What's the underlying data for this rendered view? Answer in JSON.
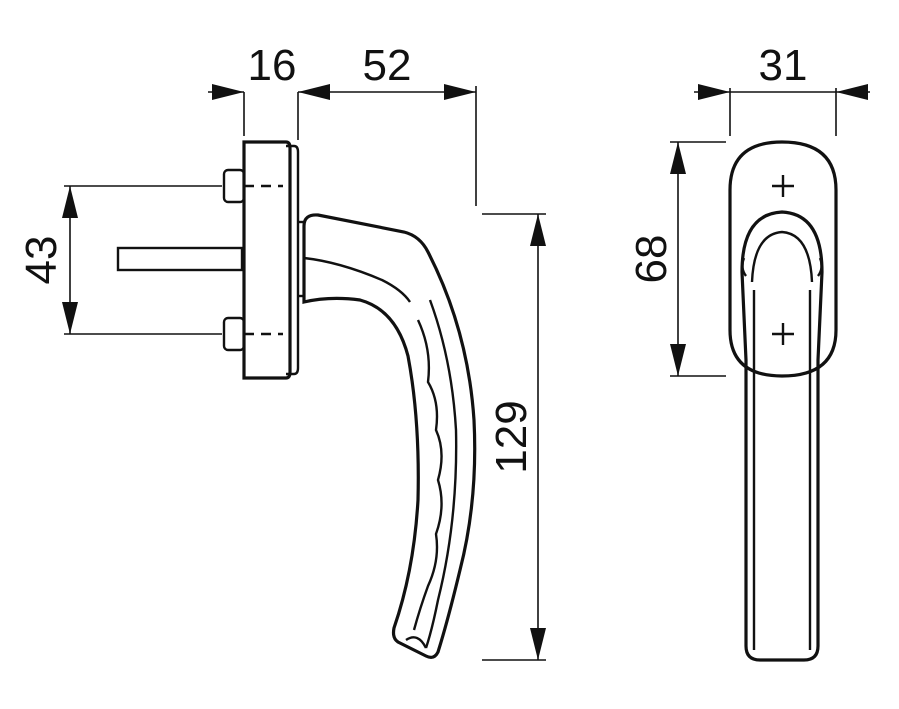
{
  "dimensions": {
    "base_depth": "16",
    "handle_projection": "52",
    "front_width": "31",
    "screw_spacing": "43",
    "rosette_height": "68",
    "handle_length": "129"
  }
}
